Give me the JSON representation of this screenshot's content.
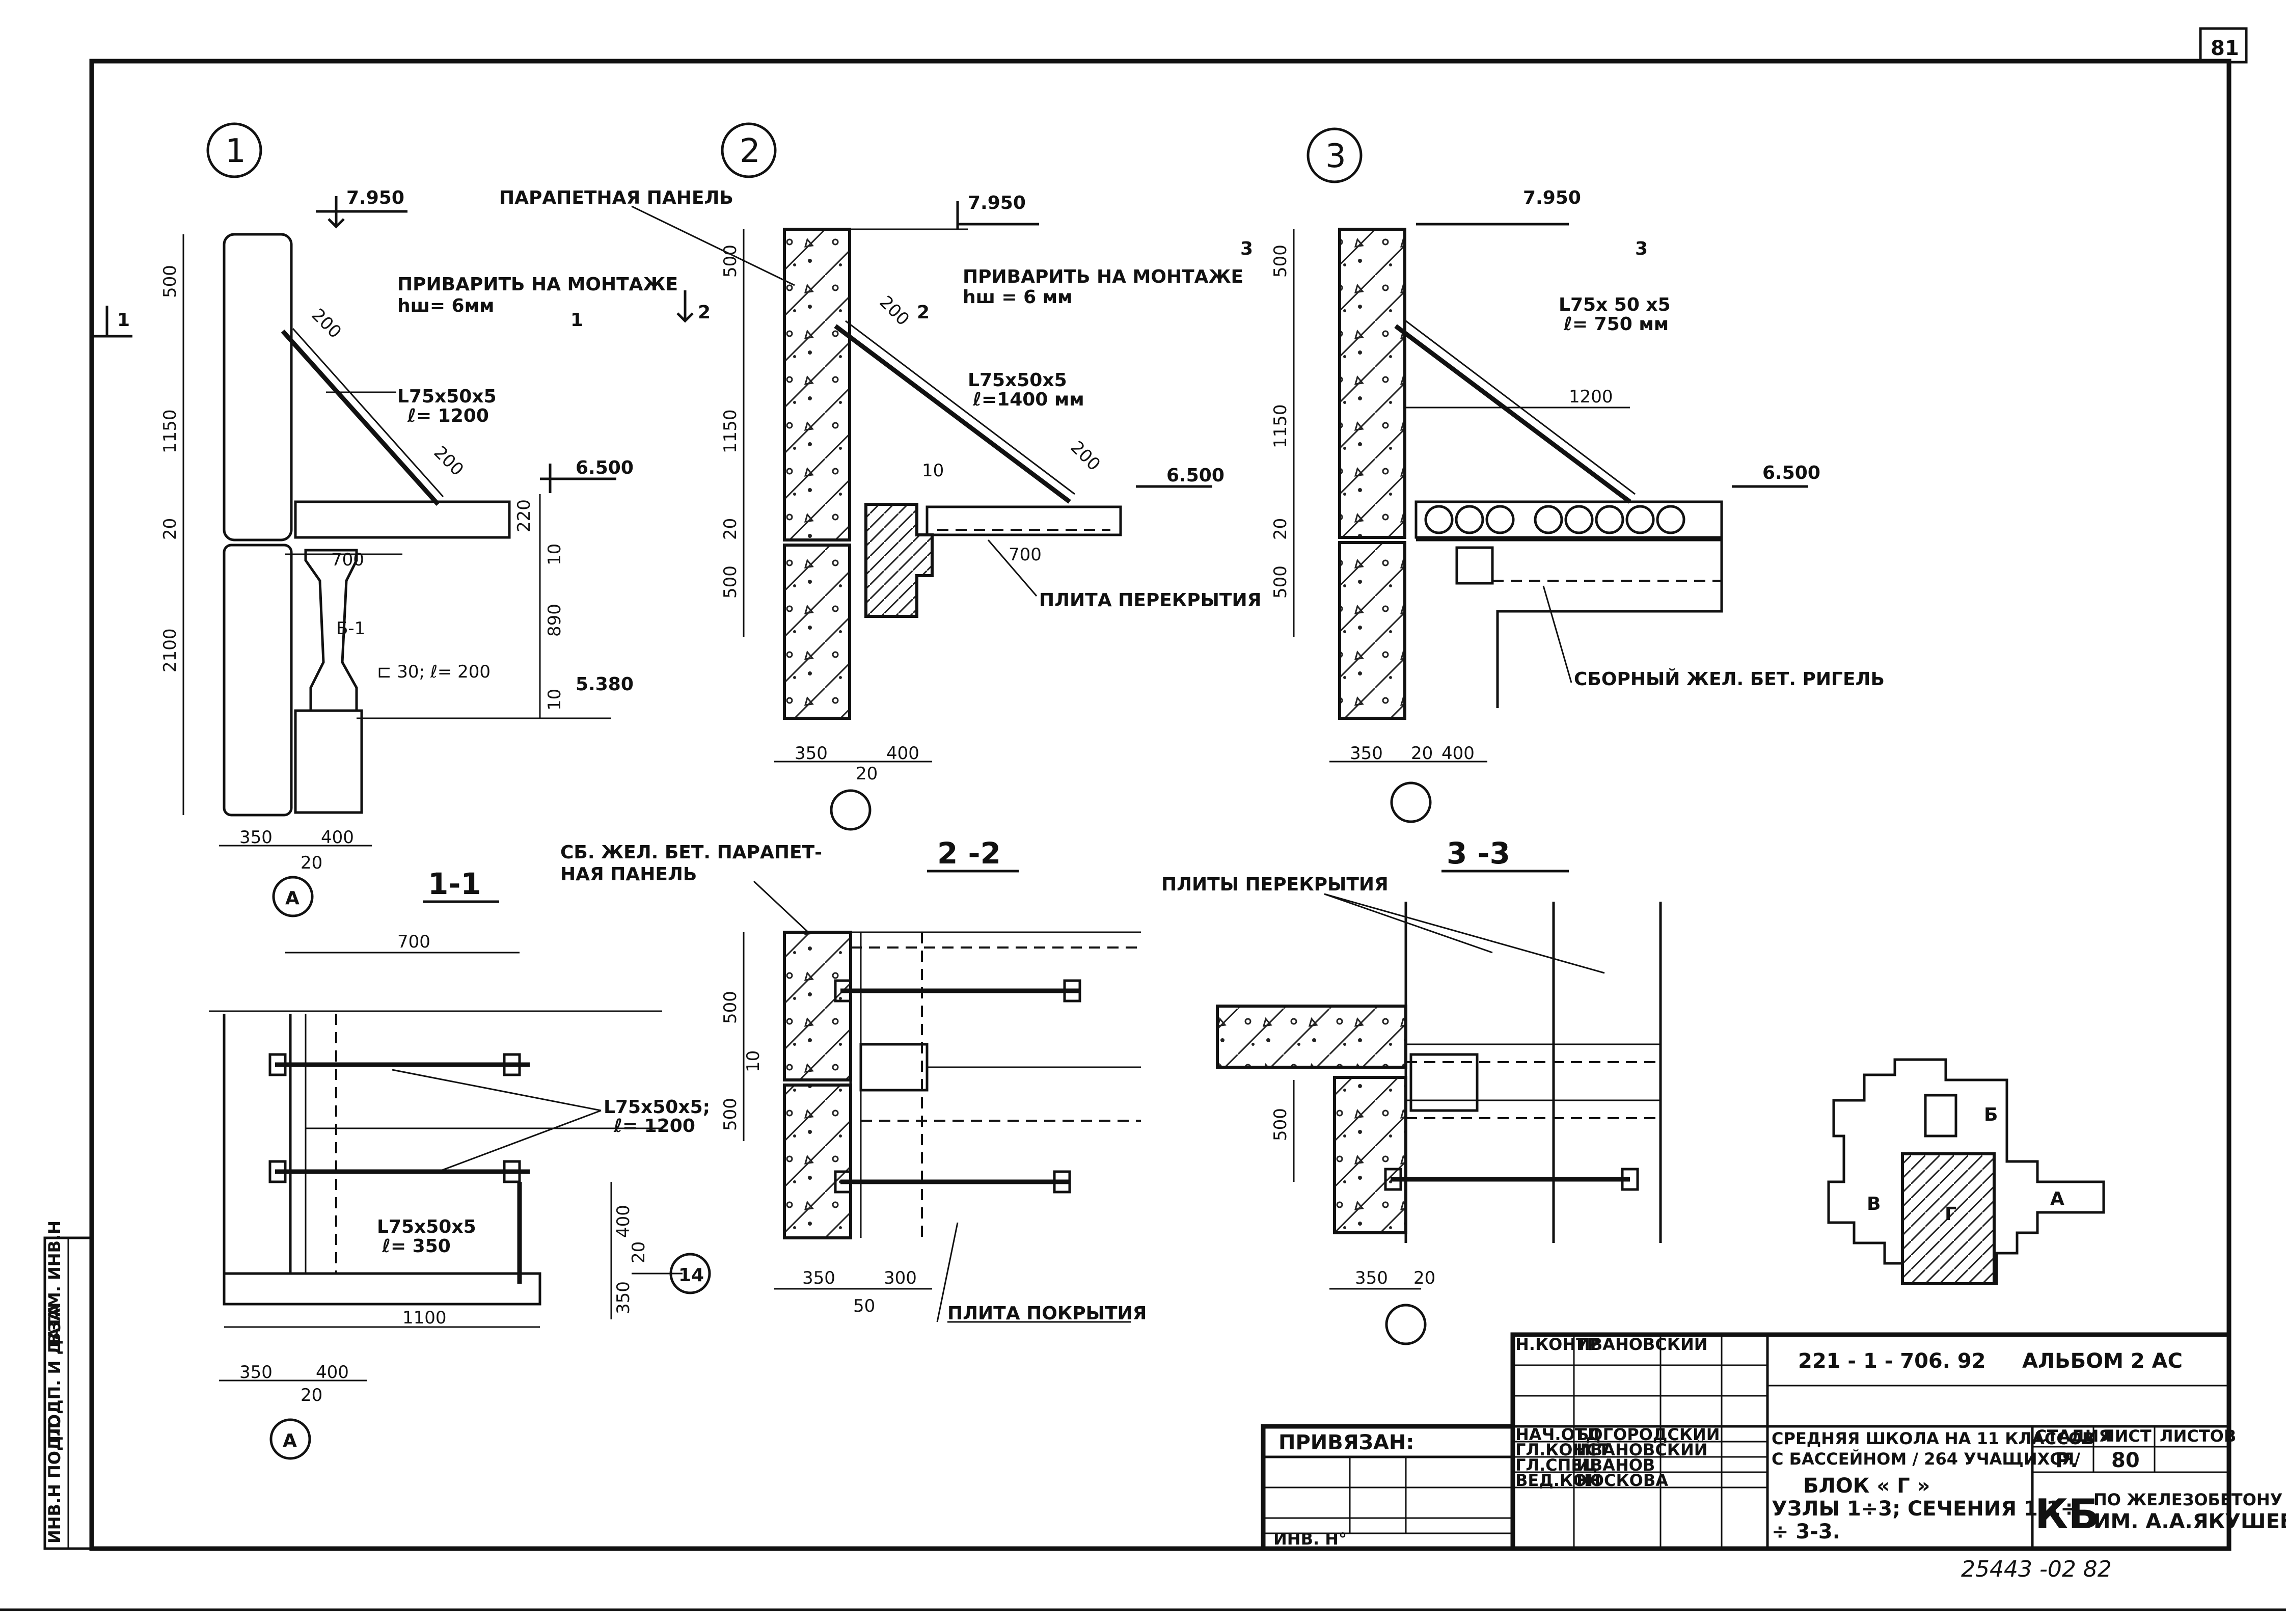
{
  "sheet_number_corner": "81",
  "nodes": {
    "n1": {
      "label": "1",
      "elev_top": "7.950",
      "elev_mid": "6.500",
      "elev_low": "5.380",
      "weld_note_1": "ПРИВАРИТЬ НА МОНТАЖЕ",
      "weld_note_2": "hш= 6мм",
      "angle_1": "L75x50x5",
      "angle_2": "ℓ= 1200",
      "beam_label": "Б-1",
      "plate_label": "⊏ 30; ℓ= 200",
      "dims": {
        "d500": "500",
        "d1150": "1150",
        "d20": "20",
        "d2100": "2100",
        "d200a": "200",
        "d200b": "200",
        "d700": "700",
        "d220": "220",
        "d10a": "10",
        "d890": "890",
        "d10b": "10",
        "d350": "350",
        "d400": "400",
        "d20b": "20"
      },
      "axis": "А",
      "cut_marks": [
        "1",
        "1"
      ]
    },
    "n2": {
      "label": "2",
      "elev_top": "7.950",
      "elev_mid": "6.500",
      "panel_label": "ПАРАПЕТНАЯ ПАНЕЛЬ",
      "weld_note_1": "ПРИВАРИТЬ НА МОНТАЖЕ",
      "weld_note_2": "hш = 6 мм",
      "angle_1": "L75x50x5",
      "angle_2": "ℓ=1400 мм",
      "slab_label": "ПЛИТА ПЕРЕКРЫТИЯ",
      "dims": {
        "d500": "500",
        "d1150": "1150",
        "d20": "20",
        "d500b": "500",
        "d200a": "200",
        "d200b": "200",
        "d10": "10",
        "d700": "700",
        "d350": "350",
        "d400": "400",
        "d20b": "20"
      },
      "cut_marks": [
        "2",
        "2"
      ]
    },
    "n3": {
      "label": "3",
      "elev_top": "7.950",
      "elev_mid": "6.500",
      "angle_1": "L75x 50 x5",
      "angle_2": "ℓ= 750 мм",
      "girder_label": "СБОРНЫЙ ЖЕЛ. БЕТ. РИГЕЛЬ",
      "dims": {
        "d500": "500",
        "d1150": "1150",
        "d20": "20",
        "d500b": "500",
        "d1200": "1200",
        "d350": "350",
        "d20b": "20",
        "d400": "400"
      },
      "cut_marks": [
        "3",
        "3"
      ]
    }
  },
  "sections": {
    "s11": {
      "title": "1-1",
      "d700": "700",
      "angle_1": "L75x50x5;",
      "angle_2": "ℓ= 1200",
      "angle_3": "L75x50x5",
      "angle_4": "ℓ= 350",
      "d400": "400",
      "d20": "20",
      "d350v": "350",
      "d1100": "1100",
      "d350": "350",
      "d400b": "400",
      "d20b": "20",
      "axis": "А",
      "axis_num": "14"
    },
    "s22": {
      "title": "2 -2",
      "panel_label_1": "СБ. ЖЕЛ. БЕТ. ПАРАПЕТ-",
      "panel_label_2": "НАЯ  ПАНЕЛЬ",
      "d500": "500",
      "d10": "10",
      "d500b": "500",
      "d350": "350",
      "d300": "300",
      "d50": "50",
      "cover_label": "ПЛИТА ПОКРЫТИЯ"
    },
    "s33": {
      "title": "3 -3",
      "slabs_label": "ПЛИТЫ ПЕРЕКРЫТИЯ",
      "d500": "500",
      "d350": "350",
      "d20": "20"
    }
  },
  "key_plan": {
    "blocks": [
      "Б",
      "В",
      "Г",
      "А"
    ]
  },
  "side_stamp": [
    "ИНВ.Н ПОДЛ.",
    "ПОДП. И ДАТА",
    "ВЗАМ. ИНВ.Н"
  ],
  "title_block": {
    "bound_label": "ПРИВЯЗАН:",
    "inv_label": "ИНВ. Н°",
    "roles": [
      {
        "role": "Н.КОНТР",
        "name": "ИВАНОВСКИЙ"
      },
      {
        "role": "НАЧ.ОТД",
        "name": "БОГОРОДСКИЙ"
      },
      {
        "role": "ГЛ.КОНСТ",
        "name": "ИВАНОВСКИЙ"
      },
      {
        "role": "ГЛ.СПЕЦ",
        "name": "ИВАНОВ"
      },
      {
        "role": "ВЕД.КОН",
        "name": "НОСКОВА"
      }
    ],
    "code": "221 - 1 - 706. 92",
    "album": "АЛЬБОМ 2  АС",
    "object_1": "СРЕДНЯЯ ШКОЛА НА 11 КЛАССОВ",
    "object_2": "С БАССЕЙНОМ / 264 УЧАЩИХСЯ/",
    "block": "БЛОК « Г »",
    "sheet_title_1": "УЗЛЫ  1÷3; СЕЧЕНИЯ 1-1÷",
    "sheet_title_2": "÷ 3-3.",
    "stage_h": "СТАДИЯ",
    "sheet_h": "ЛИСТ",
    "sheets_h": "ЛИСТОВ",
    "stage": "Р.",
    "sheet": "80",
    "sheets": "",
    "org_logo": "КБ",
    "org_1": "ПО ЖЕЛЕЗОБЕТОНУ",
    "org_2": "ИМ. А.А.ЯКУШЕВА"
  },
  "bottom_note": "25443 -02   82"
}
